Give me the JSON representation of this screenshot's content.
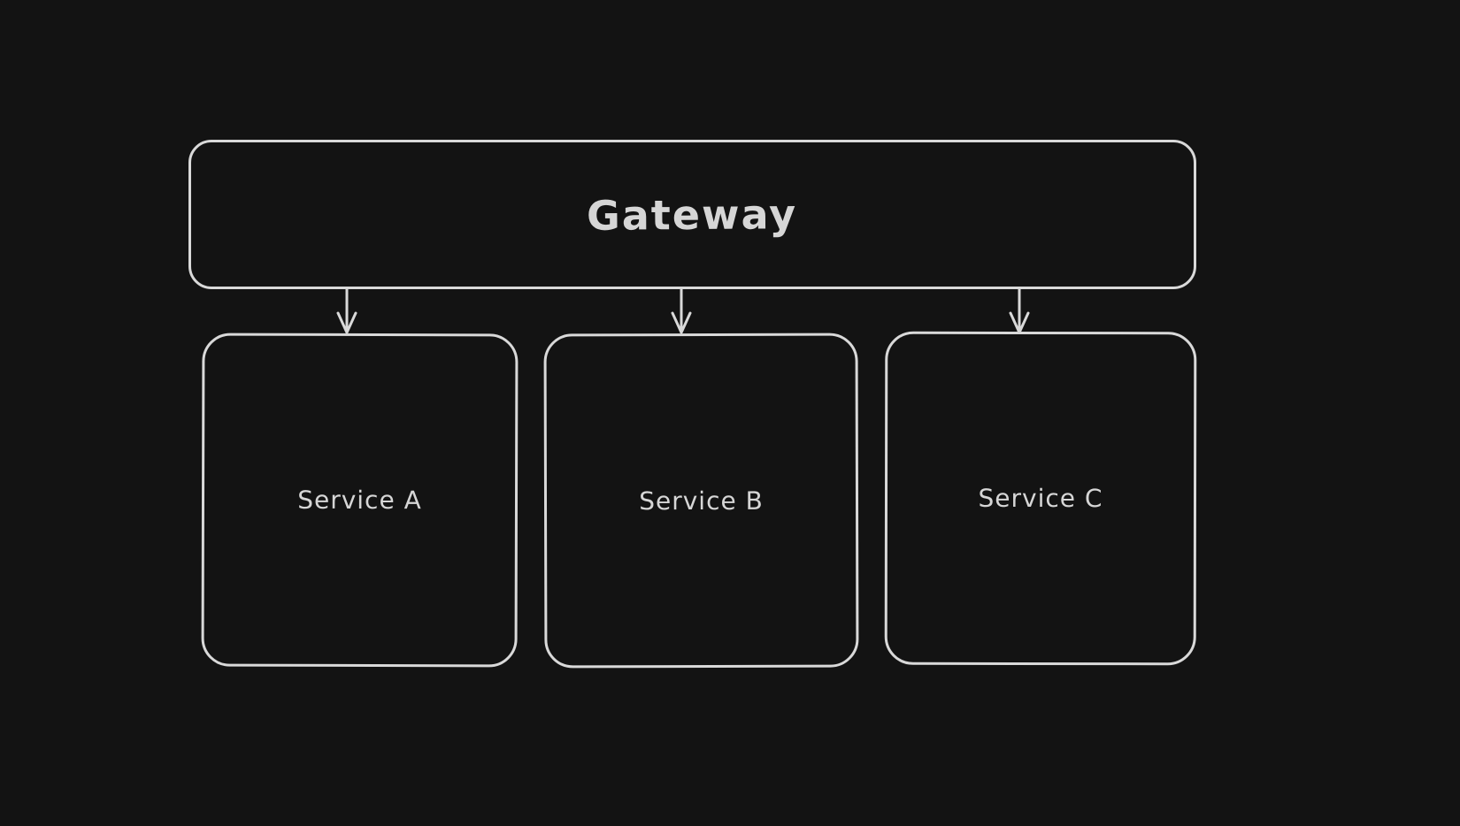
{
  "canvas": {
    "background": "#131313",
    "stroke_color": "#d9d9d9",
    "text_color": "#d6d6d6",
    "style": "hand-drawn whiteboard (excalidraw-like), dark theme"
  },
  "diagram": {
    "nodes": [
      {
        "id": "gateway",
        "label": "Gateway",
        "shape": "rounded-rectangle"
      },
      {
        "id": "service-a",
        "label": "Service A",
        "shape": "rounded-rectangle"
      },
      {
        "id": "service-b",
        "label": "Service B",
        "shape": "rounded-rectangle"
      },
      {
        "id": "service-c",
        "label": "Service C",
        "shape": "rounded-rectangle"
      }
    ],
    "edges": [
      {
        "from": "gateway",
        "to": "service-a",
        "direction": "down",
        "arrowhead": "open-v"
      },
      {
        "from": "gateway",
        "to": "service-b",
        "direction": "down",
        "arrowhead": "open-v"
      },
      {
        "from": "gateway",
        "to": "service-c",
        "direction": "down",
        "arrowhead": "open-v"
      }
    ]
  }
}
